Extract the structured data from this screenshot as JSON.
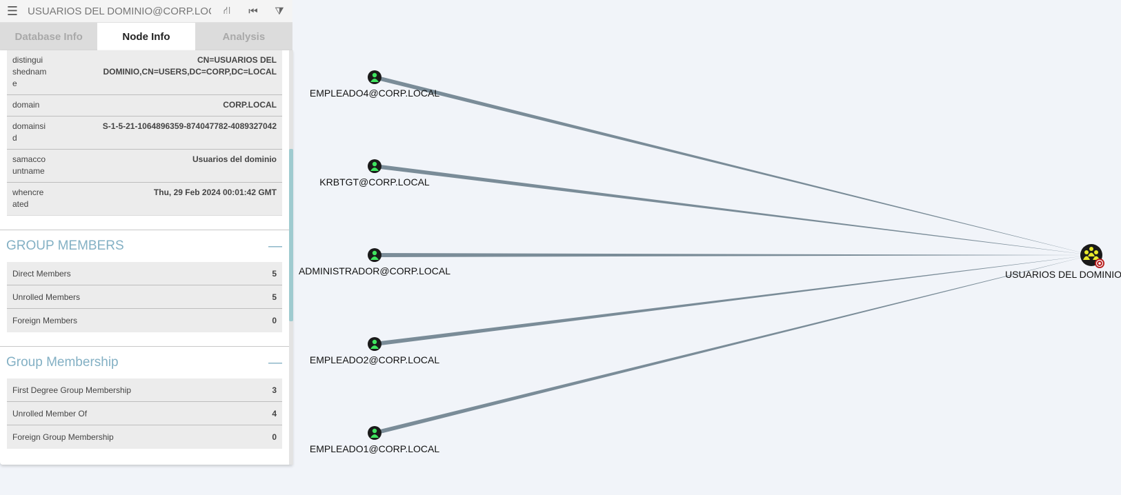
{
  "search": {
    "value": "USUARIOS DEL DOMINIO@CORP.LOCAL"
  },
  "toolbar": {
    "menu_glyph": "☰",
    "pathfind_glyph": "⛙",
    "back_glyph": "⏮",
    "filter_glyph": "⧩"
  },
  "tabs": [
    {
      "label": "Database Info"
    },
    {
      "label": "Node Info"
    },
    {
      "label": "Analysis"
    }
  ],
  "properties": [
    {
      "key": "distinguishedname",
      "value": "CN=USUARIOS DEL DOMINIO,CN=USERS,DC=CORP,DC=LOCAL"
    },
    {
      "key": "domain",
      "value": "CORP.LOCAL"
    },
    {
      "key": "domainsid",
      "value": "S-1-5-21-1064896359-874047782-4089327042"
    },
    {
      "key": "samaccountname",
      "value": "Usuarios del dominio"
    },
    {
      "key": "whencreated",
      "value": "Thu, 29 Feb 2024 00:01:42 GMT"
    }
  ],
  "group_members": {
    "title": "GROUP MEMBERS",
    "collapse_glyph": "—",
    "rows": [
      {
        "label": "Direct Members",
        "value": "5"
      },
      {
        "label": "Unrolled Members",
        "value": "5"
      },
      {
        "label": "Foreign Members",
        "value": "0"
      }
    ]
  },
  "group_membership": {
    "title": "Group Membership",
    "collapse_glyph": "—",
    "rows": [
      {
        "label": "First Degree Group Membership",
        "value": "3"
      },
      {
        "label": "Unrolled Member Of",
        "value": "4"
      },
      {
        "label": "Foreign Group Membership",
        "value": "0"
      }
    ]
  },
  "graph": {
    "target": {
      "label": "USUARIOS DEL DOMINIO@",
      "icon": "group-icon",
      "badge_icon": "target-icon"
    },
    "users": [
      {
        "label": "EMPLEADO4@CORP.LOCAL",
        "icon": "user-icon"
      },
      {
        "label": "KRBTGT@CORP.LOCAL",
        "icon": "user-icon"
      },
      {
        "label": "ADMINISTRADOR@CORP.LOCAL",
        "icon": "user-icon"
      },
      {
        "label": "EMPLEADO2@CORP.LOCAL",
        "icon": "user-icon"
      },
      {
        "label": "EMPLEADO1@CORP.LOCAL",
        "icon": "user-icon"
      }
    ],
    "colors": {
      "edge": "#7a8c98",
      "user_node": "#1a1a1a",
      "user_figure": "#3fe35f",
      "group_figure": "#e8e82b",
      "badge": "#b71c1c"
    }
  }
}
